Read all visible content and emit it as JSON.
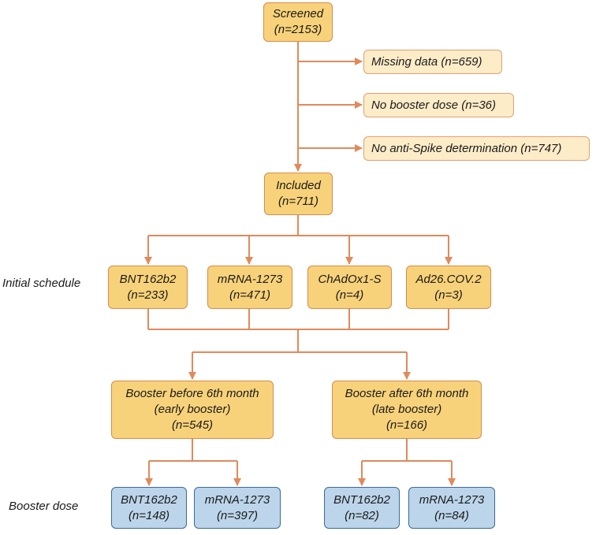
{
  "screened": {
    "title": "Screened",
    "count": "(n=2153)"
  },
  "exclusions": [
    {
      "label": "Missing data (n=659)"
    },
    {
      "label": "No booster dose (n=36)"
    },
    {
      "label": "No anti-Spike determination (n=747)"
    }
  ],
  "included": {
    "title": "Included",
    "count": "(n=711)"
  },
  "initial_schedule": {
    "label": "Initial schedule",
    "vaccines": [
      {
        "name": "BNT162b2",
        "count": "(n=233)"
      },
      {
        "name": "mRNA-1273",
        "count": "(n=471)"
      },
      {
        "name": "ChAdOx1-S",
        "count": "(n=4)"
      },
      {
        "name": "Ad26.COV.2",
        "count": "(n=3)"
      }
    ]
  },
  "timing": [
    {
      "line1": "Booster before 6th month",
      "line2": "(early booster)",
      "count": "(n=545)"
    },
    {
      "line1": "Booster after 6th month",
      "line2": "(late booster)",
      "count": "(n=166)"
    }
  ],
  "booster_dose": {
    "label": "Booster dose",
    "early": [
      {
        "name": "BNT162b2",
        "count": "(n=148)"
      },
      {
        "name": "mRNA-1273",
        "count": "(n=397)"
      }
    ],
    "late": [
      {
        "name": "BNT162b2",
        "count": "(n=82)"
      },
      {
        "name": "mRNA-1273",
        "count": "(n=84)"
      }
    ]
  },
  "colors": {
    "connector": "#e08a5c",
    "main_fill": "#f8d27a",
    "exclusion_fill": "#fdecc8",
    "booster_fill": "#bcd5ea",
    "booster_border": "#3a6a96"
  }
}
